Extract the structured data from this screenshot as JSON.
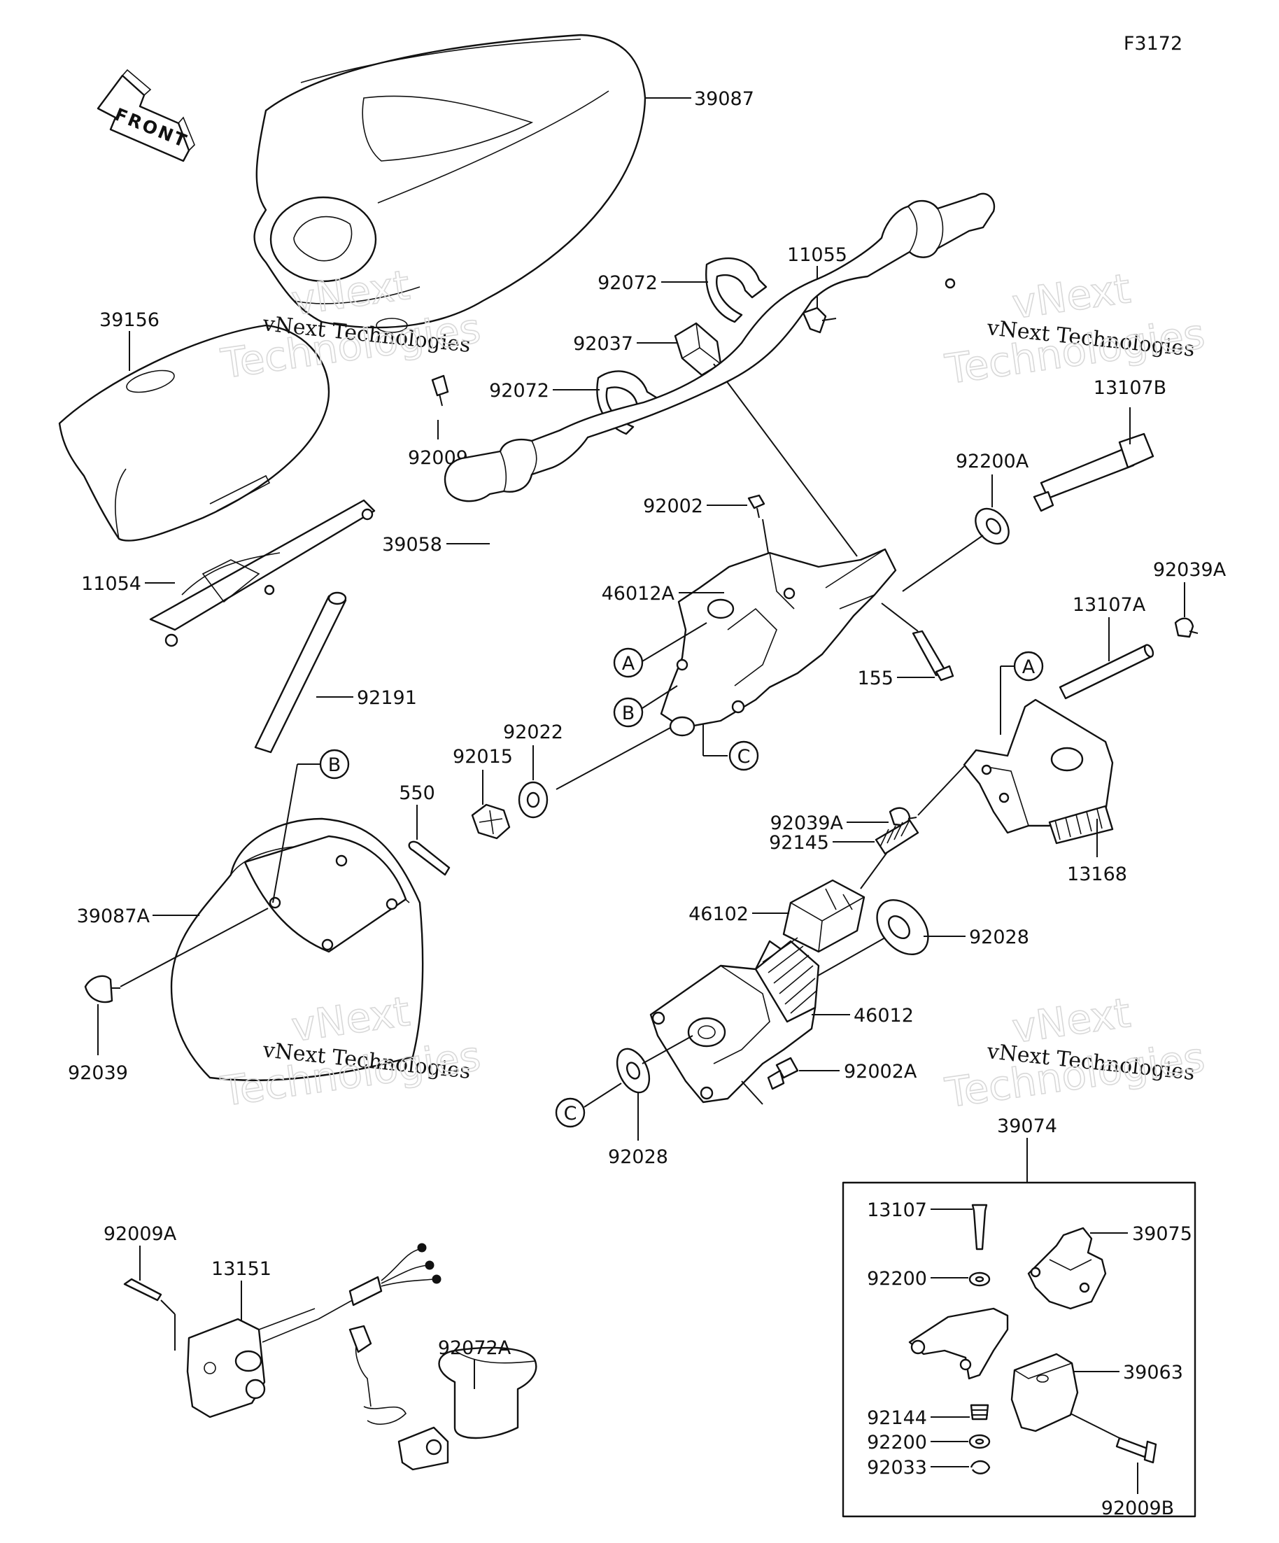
{
  "figure_code": "F3172",
  "front_label": "FRONT",
  "watermark": {
    "line1": "vNext Technologies",
    "line2": "vNext",
    "line3": "Technologies"
  },
  "parts": {
    "p39087": "39087",
    "p39156": "39156",
    "p92009": "92009",
    "p11054": "11054",
    "p92191": "92191",
    "p39087A": "39087A",
    "p92039": "92039",
    "p92072_top": "92072",
    "p92037": "92037",
    "p92072_mid": "92072",
    "p11055": "11055",
    "p39058": "39058",
    "p92002": "92002",
    "p46012A": "46012A",
    "p155": "155",
    "p92200A": "92200A",
    "p13107B": "13107B",
    "p92039A_top": "92039A",
    "p13107A": "13107A",
    "p92022": "92022",
    "p92015": "92015",
    "p550": "550",
    "p92039A_mid": "92039A",
    "p92145": "92145",
    "p13168": "13168",
    "p46102": "46102",
    "p92028_right": "92028",
    "p46012": "46012",
    "p92002A": "92002A",
    "p92028_bottom": "92028",
    "p39074": "39074",
    "p13107": "13107",
    "p39075": "39075",
    "p92200_top": "92200",
    "p39063": "39063",
    "p92144": "92144",
    "p92200_bottom": "92200",
    "p92033": "92033",
    "p92009B": "92009B",
    "p92009A": "92009A",
    "p13151": "13151",
    "p92072A": "92072A"
  },
  "refs": {
    "A": "A",
    "B": "B",
    "C": "C"
  }
}
